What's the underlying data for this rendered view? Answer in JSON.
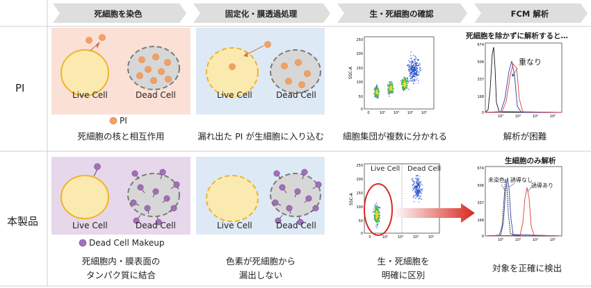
{
  "headers": [
    "死細胞を染色",
    "固定化・膜透過処理",
    "生・死細胞の確認",
    "FCM 解析"
  ],
  "rows": [
    {
      "label": "PI",
      "live_cell": "Live Cell",
      "dead_cell": "Dead Cell",
      "legend": "PI",
      "captions": [
        "死細胞の核と相互作用",
        "漏れ出た PI が生細胞に入り込む",
        "細胞集団が複数に分かれる",
        "解析が困難"
      ],
      "fcm_title": "死細胞を除かずに解析すると…",
      "fcm_annotation": "重なり"
    },
    {
      "label": "本製品",
      "live_cell": "Live Cell",
      "dead_cell": "Dead Cell",
      "legend": "Dead Cell Makeup",
      "captions": [
        "死細胞内・膜表面の\nタンパク質に結合",
        "色素が死細胞から\n漏出しない",
        "生・死細胞を\n明確に区別",
        "対象を正確に検出"
      ],
      "scatter_gate_live": "Live Cell",
      "scatter_gate_dead": "Dead Cell",
      "fcm_title": "生細胞のみ解析",
      "fcm_series": [
        "未染色",
        "誘導なし",
        "誘導あり"
      ]
    }
  ],
  "scatter_axis": {
    "ylabel": "SSC-A",
    "yticks": [
      "250",
      "200",
      "150",
      "100",
      "50",
      "0"
    ],
    "xticks": [
      "0",
      "10²",
      "10³",
      "10⁴",
      "10⁵"
    ]
  },
  "hist_axis": {
    "yticks": [
      "674",
      "506",
      "337",
      "168",
      "0"
    ],
    "xticks": [
      "10²",
      "10³",
      "10⁴",
      "10⁵"
    ]
  },
  "colors": {
    "pi_dot": "#f4a063",
    "makeup_dot": "#a070b8",
    "live_fill": "#fbeab0",
    "live_stroke": "#f0b429",
    "dead_fill": "#d7d7d7",
    "panel_pink": "#fbe0d6",
    "panel_blue": "#dde9f5",
    "panel_purple": "#e6d7ea",
    "hist_red": "#e03a3a",
    "hist_blue": "#2a3fa8",
    "gate_red": "#d8281e"
  }
}
